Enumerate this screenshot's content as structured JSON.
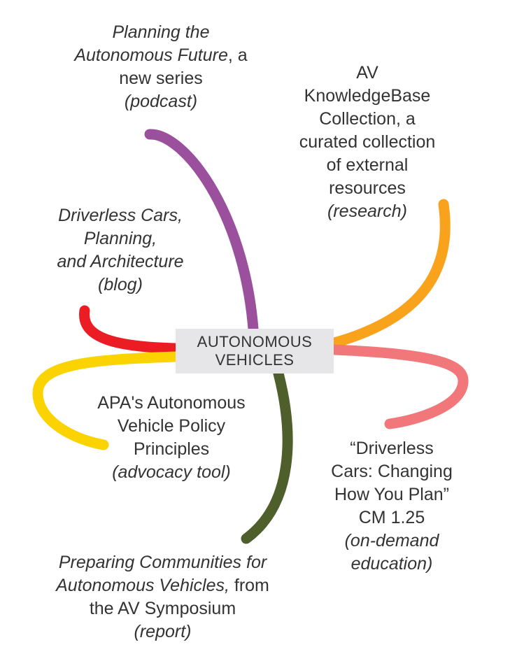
{
  "center": {
    "line1": "AUTONOMOUS",
    "line2": "VEHICLES"
  },
  "branches": [
    {
      "id": "podcast",
      "color": "#9b509e"
    },
    {
      "id": "research",
      "color": "#f9a31d"
    },
    {
      "id": "blog",
      "color": "#ec1c24"
    },
    {
      "id": "policy",
      "color": "#fad300"
    },
    {
      "id": "edu",
      "color": "#f2777a"
    },
    {
      "id": "report",
      "color": "#4e5f2b"
    }
  ],
  "nodes": {
    "podcast": {
      "title_line1": "Planning the",
      "title_line2_italic": "Autonomous Future",
      "title_line2_rest": ", a",
      "line3": "new series",
      "type": "(podcast)"
    },
    "research": {
      "line1": "AV",
      "line2": "KnowledgeBase",
      "line3": "Collection, a",
      "line4": "curated collection",
      "line5": "of external",
      "line6": "resources",
      "type": "(research)"
    },
    "blog": {
      "line1": "Driverless Cars,",
      "line2": "Planning,",
      "line3": "and Architecture",
      "type": "(blog)"
    },
    "policy": {
      "line1": "APA's Autonomous",
      "line2": "Vehicle Policy",
      "line3": "Principles",
      "type": "(advocacy tool)"
    },
    "edu": {
      "line1": "“Driverless",
      "line2": "Cars: Changing",
      "line3": "How You Plan”",
      "line4": "CM 1.25",
      "type_line1": "(on-demand",
      "type_line2": "education)"
    },
    "report": {
      "line1": "Preparing Communities for",
      "line2_italic": "Autonomous Vehicles,",
      "line2_rest": " from",
      "line3": "the AV Symposium",
      "type": "(report)"
    }
  }
}
